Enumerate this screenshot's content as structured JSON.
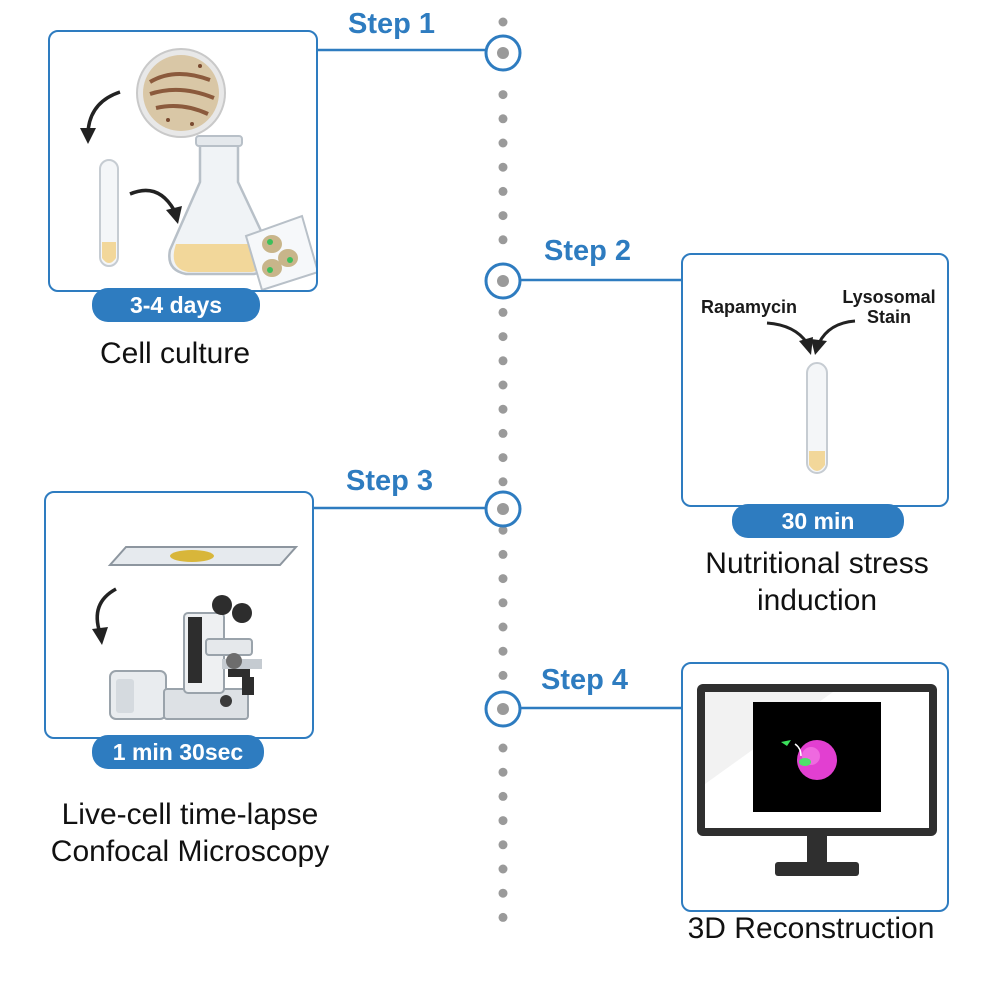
{
  "steps": [
    {
      "title": "Step 1",
      "duration": "3-4 days",
      "caption": [
        "Cell culture"
      ]
    },
    {
      "title": "Step 2",
      "duration": "30 min",
      "caption": [
        "Nutritional stress",
        "induction"
      ],
      "reagents": {
        "left": "Rapamycin",
        "right_line1": "Lysosomal",
        "right_line2": "Stain"
      }
    },
    {
      "title": "Step 3",
      "duration": "1 min 30sec",
      "caption": [
        "Live-cell time-lapse",
        "Confocal Microscopy"
      ]
    },
    {
      "title": "Step 4",
      "caption": [
        "3D Reconstruction"
      ]
    }
  ],
  "colors": {
    "accent": "#2e7cc0",
    "timeline_dots": "#9a9a9a",
    "culture": "#f2d79a"
  },
  "icons": [
    "petri-dish-icon",
    "test-tube-icon",
    "flask-icon",
    "yeast-cells-icon",
    "slide-icon",
    "microscope-icon",
    "monitor-icon",
    "curved-arrow-icon"
  ]
}
